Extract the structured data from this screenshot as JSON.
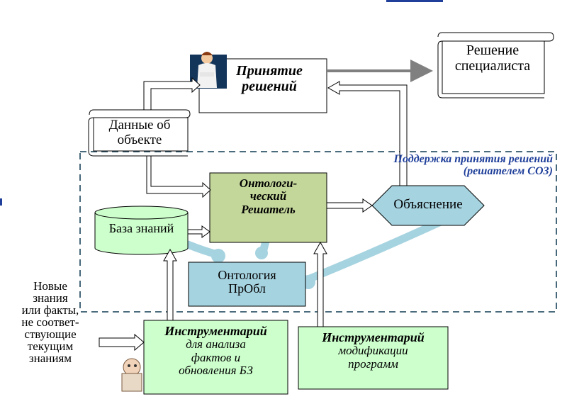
{
  "title_fragment": "Поддержка принятия решений",
  "decision_box": {
    "line1": "Принятие",
    "line2": "решений"
  },
  "specialist_decision": {
    "line1": "Решение",
    "line2": "специалиста"
  },
  "object_data": {
    "line1": "Данные об",
    "line2": "объекте"
  },
  "support_region": {
    "line1": "Поддержка принятия решений",
    "line2": "(решателем СОЗ)"
  },
  "solver": {
    "line1": "Онтологи-",
    "line2": "ческий",
    "line3": "Решатель"
  },
  "explanation": {
    "label": "Объяснение"
  },
  "knowledge_base": {
    "label": "База знаний"
  },
  "ontology": {
    "line1": "Онтология",
    "line2": "ПрОбл"
  },
  "new_knowledge": [
    "Новые",
    "знания",
    "или факты,",
    "не соответ-",
    "ствующие",
    "текущим",
    "знаниям"
  ],
  "toolkit_analysis": {
    "title": "Инструментарий",
    "line1": "для анализа",
    "line2": "фактов и",
    "line3": "обновления БЗ"
  },
  "toolkit_modification": {
    "title": "Инструментарий",
    "line1": "модификации",
    "line2": "программ"
  },
  "colors": {
    "green_box": "#c4d79b",
    "light_green": "#ccffcc",
    "light_blue": "#a6d3e0",
    "dashed_border": "#31576b",
    "title_blue": "#1f3f9a",
    "gray_arrow": "#808080"
  }
}
